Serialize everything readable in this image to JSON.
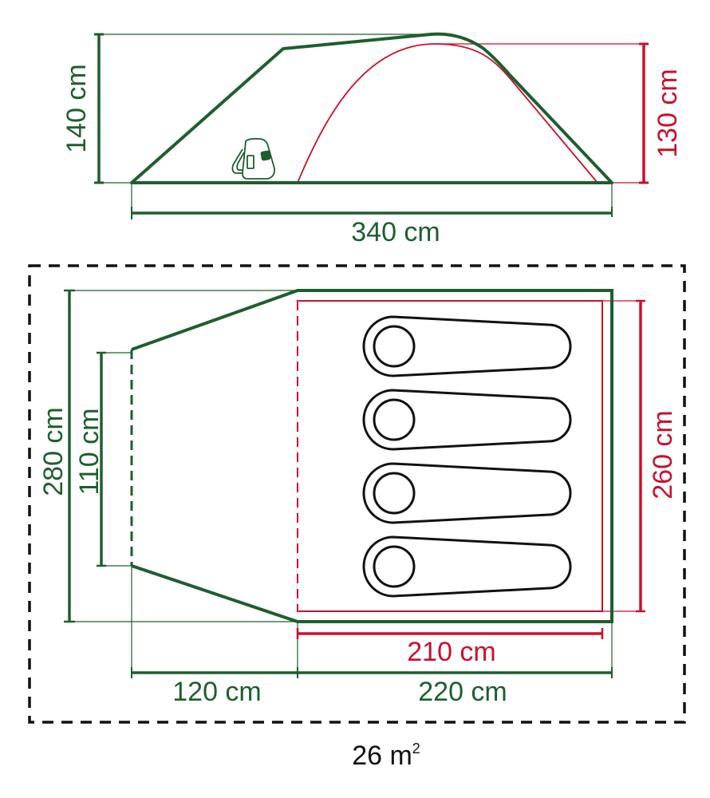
{
  "colors": {
    "outer_tent": "#1e5e2e",
    "inner_tent": "#c8102e",
    "outline": "#111111",
    "footprint": "#111111",
    "background": "#ffffff"
  },
  "side_view": {
    "height_outer": "140 cm",
    "height_inner": "130 cm",
    "length": "340 cm",
    "icon": "backpack-icon"
  },
  "floor_plan": {
    "width_outer": "280 cm",
    "width_porch_front": "110 cm",
    "width_inner": "260 cm",
    "length_inner": "210 cm",
    "length_porch": "120 cm",
    "length_bedroom_outer": "220 cm",
    "sleeping_bags": 4,
    "sleeping_bag_icon": "sleeping-bag-icon"
  },
  "footprint": {
    "area_value": "26 m",
    "area_superscript": "2"
  }
}
